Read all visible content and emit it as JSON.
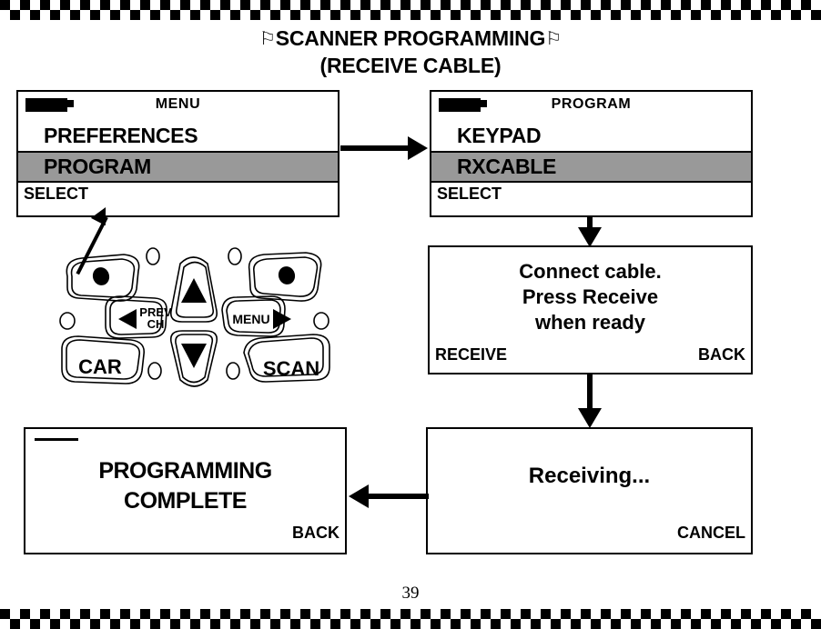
{
  "page": {
    "title_line1": "SCANNER PROGRAMMING",
    "title_line2": "(RECEIVE CABLE)",
    "flag_left": "⚐",
    "flag_right": "⚐",
    "page_number": "39",
    "border_pattern": "checkered",
    "colors": {
      "ink": "#000000",
      "paper": "#ffffff",
      "highlight": "#999999"
    }
  },
  "screens": {
    "menu": {
      "status_title": "MENU",
      "status_icon": "battery-icon",
      "items": [
        {
          "label": "PREFERENCES",
          "selected": false
        },
        {
          "label": "PROGRAM",
          "selected": true
        }
      ],
      "softkey_left": "SELECT",
      "softkey_right": ""
    },
    "program": {
      "status_title": "PROGRAM",
      "status_icon": "battery-icon",
      "items": [
        {
          "label": "KEYPAD",
          "selected": false
        },
        {
          "label": "RXCABLE",
          "selected": true
        }
      ],
      "softkey_left": "SELECT",
      "softkey_right": ""
    },
    "connect": {
      "message_line1": "Connect cable.",
      "message_line2": "Press Receive",
      "message_line3": "when ready",
      "softkey_left": "RECEIVE",
      "softkey_right": "BACK"
    },
    "receiving": {
      "message_line1": "Receiving...",
      "softkey_left": "",
      "softkey_right": "CANCEL"
    },
    "complete": {
      "status_icon": "thin-bar-icon",
      "message_line1": "PROGRAMMING",
      "message_line2": "COMPLETE",
      "softkey_left": "",
      "softkey_right": "BACK"
    }
  },
  "keypad": {
    "buttons": [
      {
        "name": "left-softkey",
        "label": ""
      },
      {
        "name": "right-softkey",
        "label": ""
      },
      {
        "name": "up-arrow",
        "label": ""
      },
      {
        "name": "down-arrow",
        "label": ""
      },
      {
        "name": "prev-ch",
        "label_line1": "PREV",
        "label_line2": "CH"
      },
      {
        "name": "menu",
        "label": "MENU"
      },
      {
        "name": "car",
        "label": "CAR"
      },
      {
        "name": "scan",
        "label": "SCAN"
      }
    ]
  },
  "flow": {
    "arrows": [
      {
        "from": "menu",
        "to": "program",
        "direction": "right"
      },
      {
        "from": "program",
        "to": "connect",
        "direction": "down"
      },
      {
        "from": "connect",
        "to": "receiving",
        "direction": "down"
      },
      {
        "from": "receiving",
        "to": "complete",
        "direction": "left"
      },
      {
        "from": "keypad-left-softkey",
        "to": "menu-select",
        "direction": "up-left"
      }
    ]
  }
}
